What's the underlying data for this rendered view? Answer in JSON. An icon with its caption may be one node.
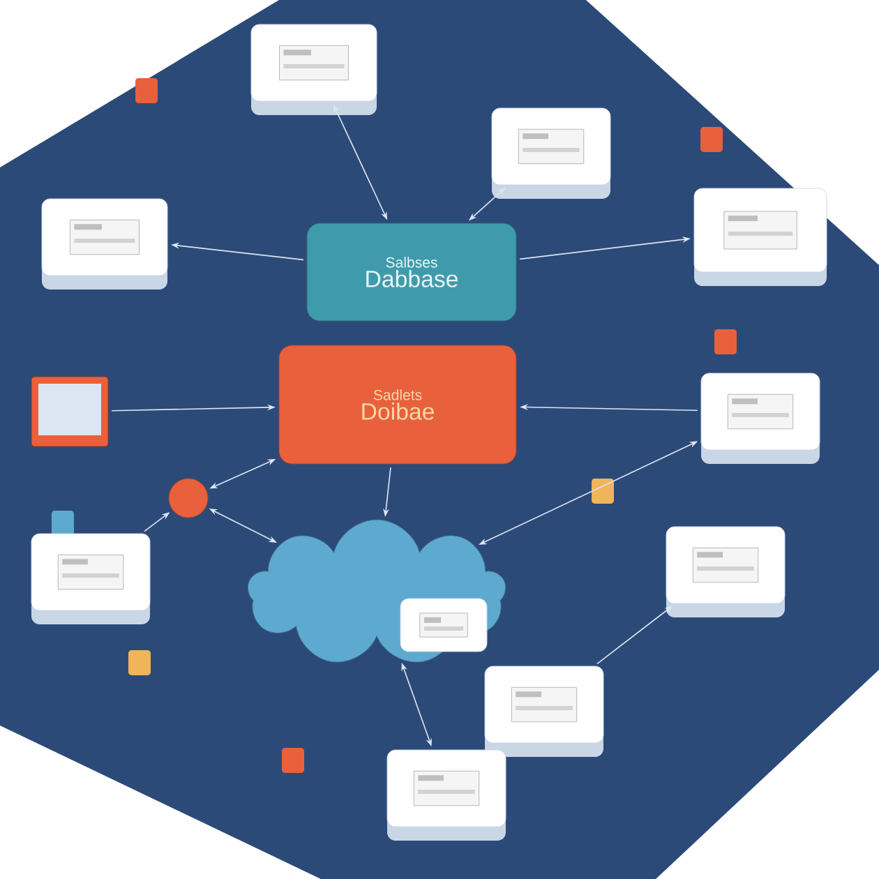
{
  "diagram": {
    "nodes": [
      {
        "text": [
          "Salbses",
          "Dabbase"
        ]
      },
      {
        "text": [
          "Sadlets",
          "Doibae"
        ]
      },
      {
        "text": [],
        "shape": "cloud"
      },
      {
        "text": [],
        "shape": "box"
      },
      {
        "text": [],
        "shape": "box"
      },
      {
        "text": [],
        "shape": "box"
      },
      {
        "text": [],
        "shape": "box"
      },
      {
        "text": [],
        "shape": "picture"
      },
      {
        "text": [],
        "shape": "box"
      },
      {
        "text": [],
        "shape": "circle"
      },
      {
        "text": [],
        "shape": "box"
      },
      {
        "text": [],
        "shape": "box"
      },
      {
        "text": [],
        "shape": "box"
      },
      {
        "text": [],
        "shape": "box"
      },
      {
        "text": [],
        "shape": "box",
        "in": 2
      }
    ],
    "edges": [
      {
        "from": 3,
        "to": 0,
        "arrow": "both"
      },
      {
        "from": 4,
        "to": 0,
        "arrow": "both"
      },
      {
        "from": 0,
        "to": 6,
        "arrow": "to"
      },
      {
        "from": 0,
        "to": 5,
        "arrow": "to"
      },
      {
        "from": 7,
        "to": 1,
        "arrow": "to"
      },
      {
        "from": 8,
        "to": 1,
        "arrow": "to"
      },
      {
        "from": 9,
        "to": 1,
        "arrow": "both"
      },
      {
        "from": 10,
        "to": 9,
        "arrow": "to"
      },
      {
        "from": 9,
        "to": 2,
        "arrow": "both"
      },
      {
        "from": 1,
        "to": 2,
        "arrow": "to"
      },
      {
        "from": 2,
        "to": 8,
        "arrow": "both"
      },
      {
        "from": 2,
        "to": 13,
        "arrow": "both"
      },
      {
        "from": 12,
        "to": 11,
        "arrow": "to"
      }
    ]
  }
}
